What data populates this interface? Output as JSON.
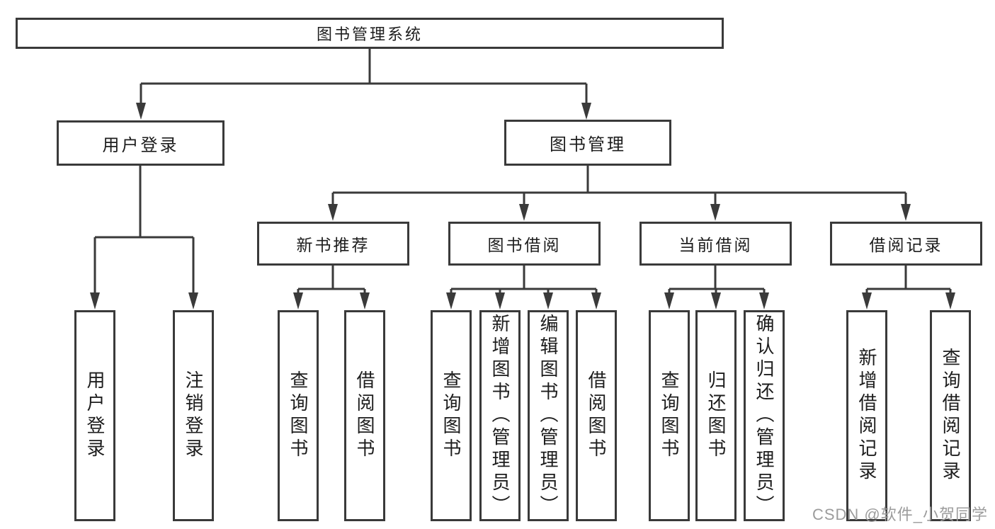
{
  "chart": {
    "root": {
      "label": "图书管理系统"
    },
    "user_login": {
      "label": "用户登录",
      "children": [
        {
          "label": "用户登录"
        },
        {
          "label": "注销登录"
        }
      ]
    },
    "book_management": {
      "label": "图书管理",
      "children": [
        {
          "label": "新书推荐",
          "children": [
            {
              "label": "查询图书"
            },
            {
              "label": "借阅图书"
            }
          ]
        },
        {
          "label": "图书借阅",
          "children": [
            {
              "label": "查询图书"
            },
            {
              "label": "新增图书（管理员）"
            },
            {
              "label": "编辑图书（管理员）"
            },
            {
              "label": "借阅图书"
            }
          ]
        },
        {
          "label": "当前借阅",
          "children": [
            {
              "label": "查询图书"
            },
            {
              "label": "归还图书"
            },
            {
              "label": "确认归还（管理员）"
            }
          ]
        },
        {
          "label": "借阅记录",
          "children": [
            {
              "label": "新增借阅记录"
            },
            {
              "label": "查询借阅记录"
            }
          ]
        }
      ]
    }
  },
  "colors": {
    "line": "#3a3a3a",
    "box_border": "#3a3a3a",
    "text": "#1d1d1d",
    "watermark": "#9c9c9c"
  },
  "watermark": "CSDN @软件_小贺同学"
}
